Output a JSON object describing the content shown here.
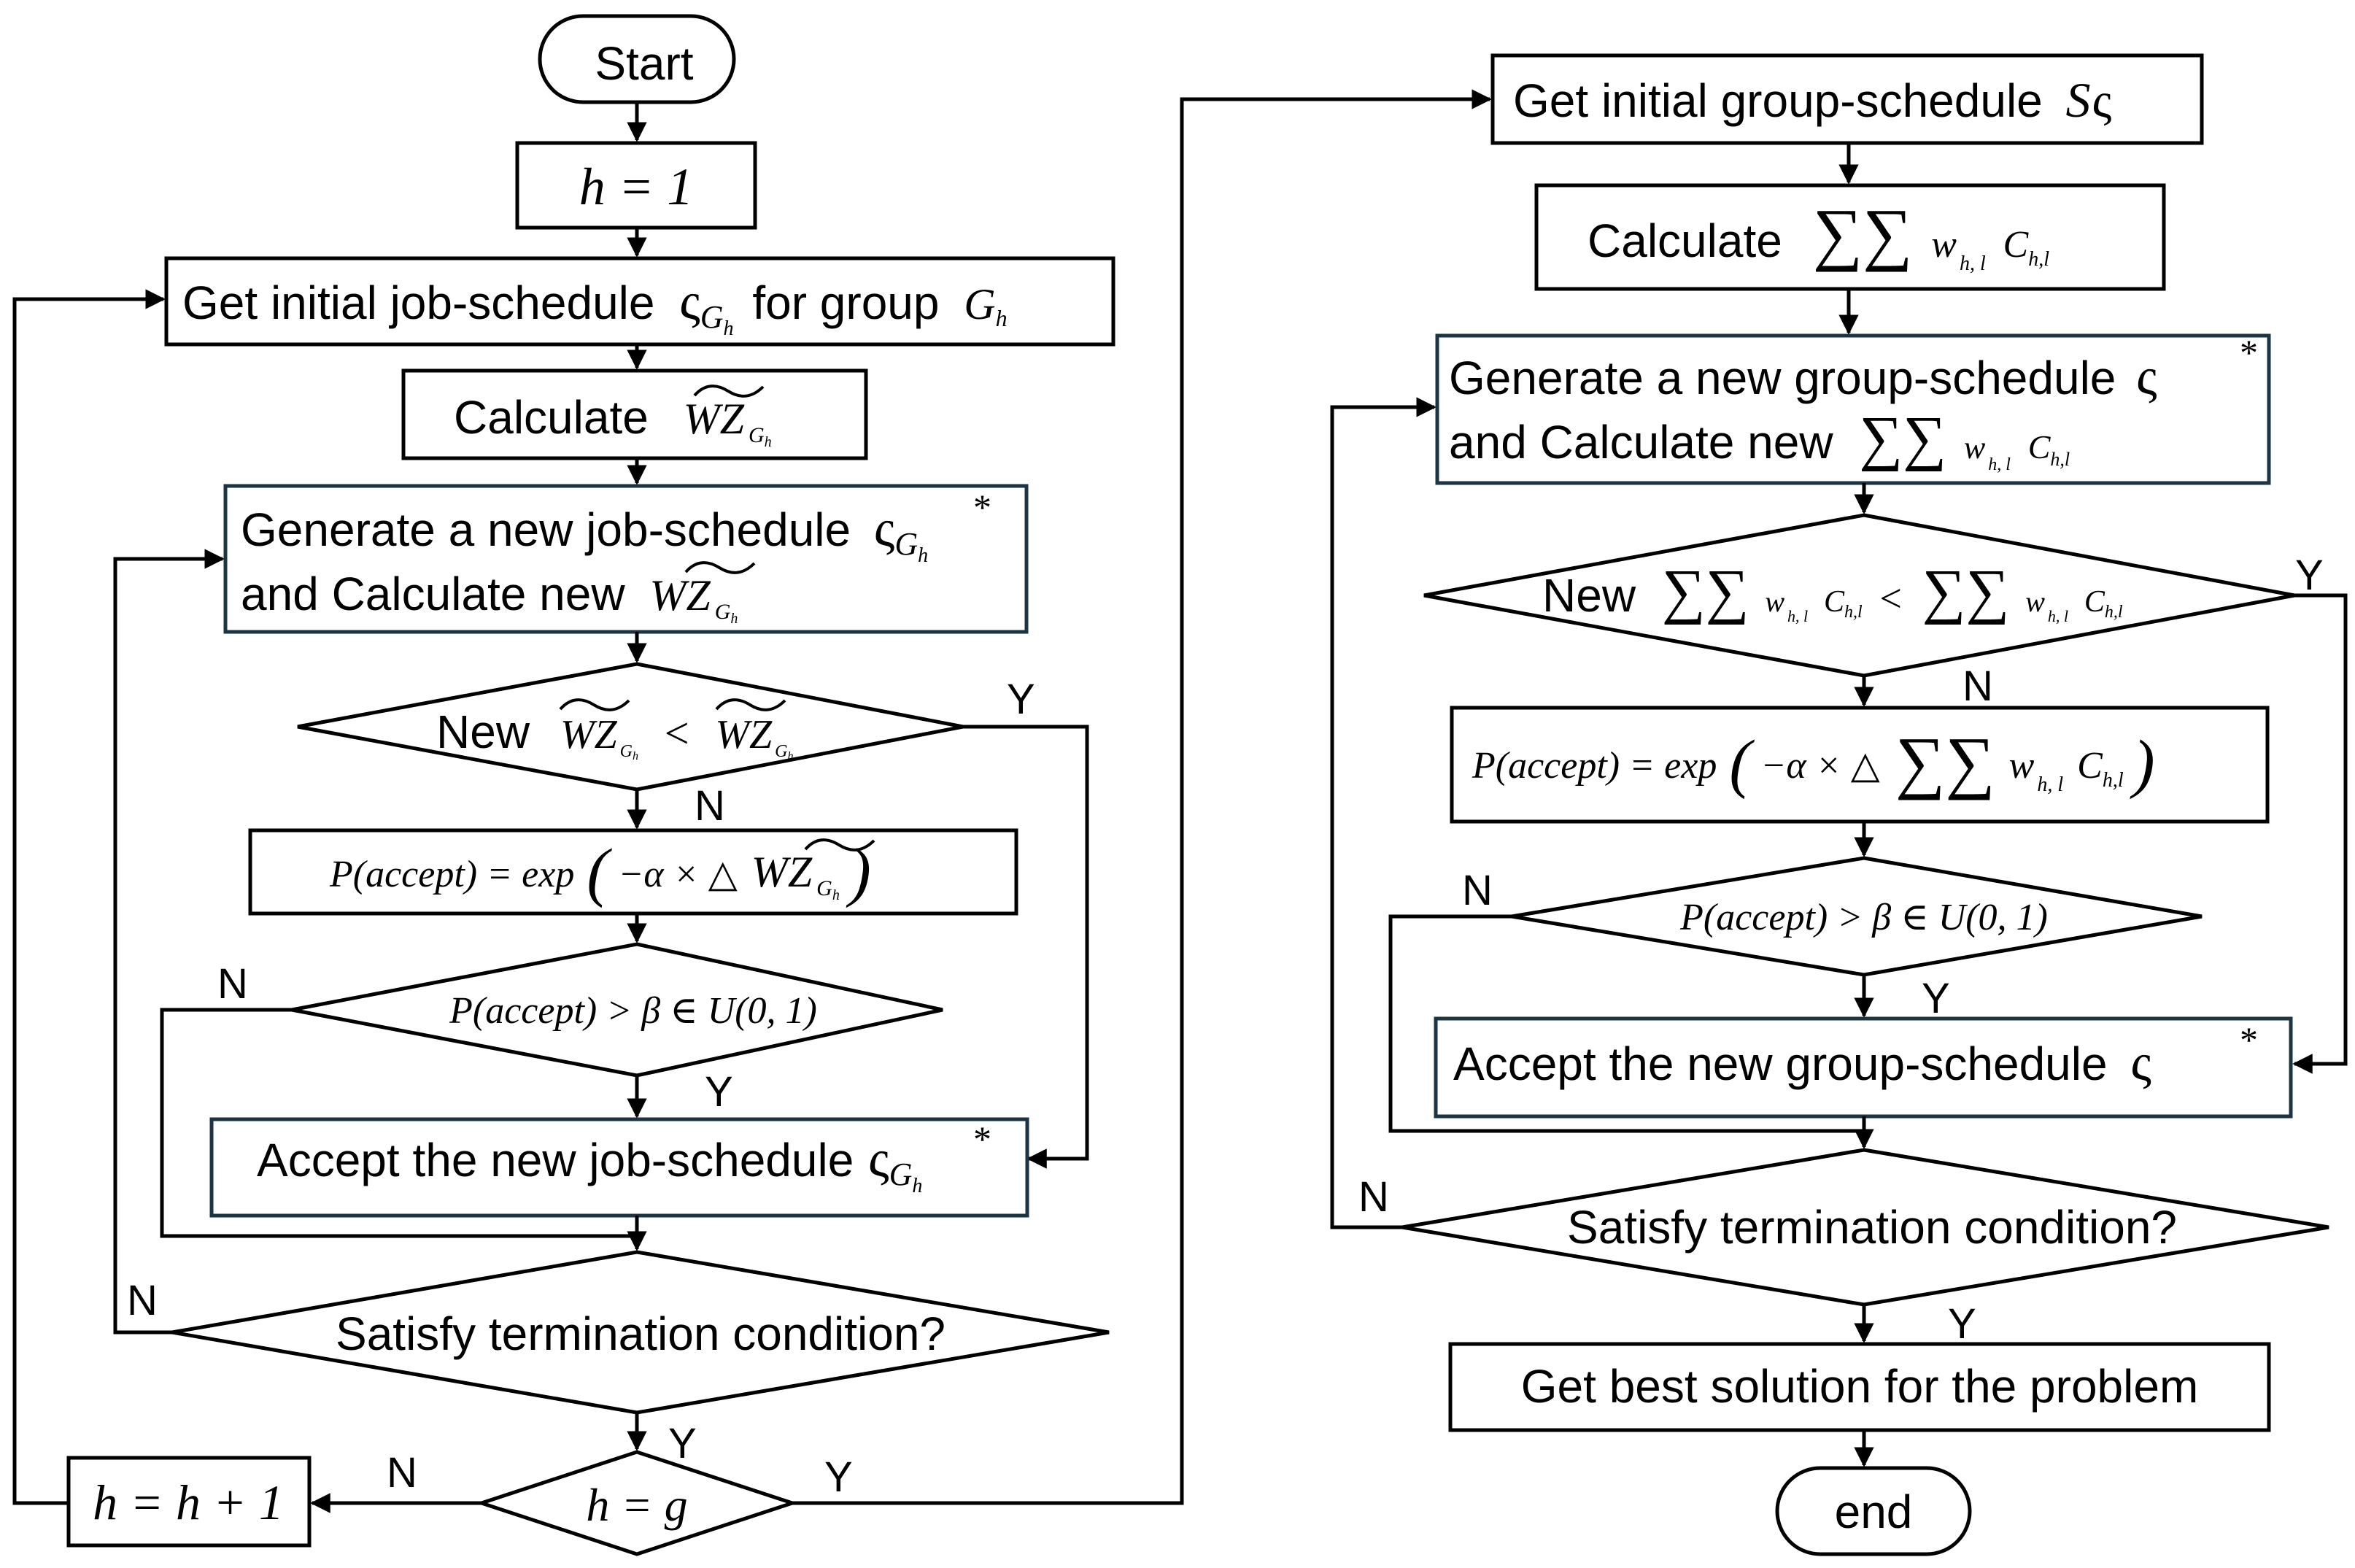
{
  "nodes": {
    "start": "Start",
    "h_init": "h = 1",
    "get_job": {
      "pre": "Get initial job-schedule",
      "sym": "ς",
      "sub": "G",
      "subsub": "h",
      "mid": "for group",
      "grp": "G",
      "grpsub": "h"
    },
    "calc_wz": {
      "pre": "Calculate",
      "sym": "WZ",
      "sub": "G",
      "subsub": "h"
    },
    "gen_job": {
      "line1": "Generate a new job-schedule",
      "line2": "and Calculate new",
      "sym": "ς",
      "sup": "*",
      "sub": "G",
      "subsub": "h",
      "wz": "WZ"
    },
    "cmp_wz": {
      "pre": "New",
      "wz": "WZ",
      "op": "<"
    },
    "prob_job": {
      "lhs": "P(accept) = exp",
      "rhs": "−α × △",
      "wz": "WZ"
    },
    "test_job": "P(accept) > β ∈ U(0, 1)",
    "accept_job": {
      "text": "Accept the new job-schedule",
      "sym": "ς",
      "sup": "*",
      "sub": "G",
      "subsub": "h"
    },
    "term_job": "Satisfy termination condition?",
    "h_eq_g": "h = g",
    "h_inc": "h = h + 1",
    "get_group": {
      "text": "Get initial group-schedule",
      "sym": "S",
      "sym2": "ς"
    },
    "calc_sum": {
      "pre": "Calculate",
      "sum": "∑∑",
      "w": "w",
      "wsub": "h, l",
      "c": "C",
      "csub": "h,l"
    },
    "gen_group": {
      "line1": "Generate a new group-schedule",
      "sym": "ς",
      "sup": "*",
      "line2": "and Calculate new"
    },
    "cmp_sum": {
      "pre": "New",
      "op": "<"
    },
    "prob_group": {
      "lhs": "P(accept) = exp",
      "rhs": "−α × △"
    },
    "test_group": "P(accept) > β ∈ U(0, 1)",
    "accept_group": {
      "text": "Accept the new group-schedule",
      "sym": "ς",
      "sup": "*"
    },
    "term_group": "Satisfy termination condition?",
    "best": "Get best solution for the problem",
    "end": "end"
  },
  "labels": {
    "yes": "Y",
    "no": "N"
  }
}
